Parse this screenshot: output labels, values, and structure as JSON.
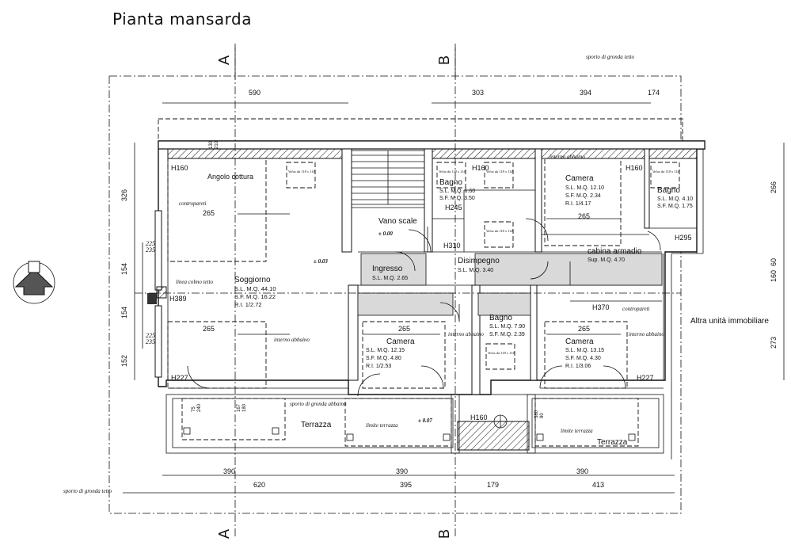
{
  "title": "Pianta mansarda",
  "sections": {
    "a": "A",
    "b": "B"
  },
  "notes": {
    "sporto_top": "sporto di gronda tetto",
    "sporto_bottom": "sporto di gronda tetto",
    "sporto_abbaino": "sporto di gronda abbaino",
    "colmo": "linea colmo tetto",
    "contropareti_left": "contropareti",
    "contropareti_right": "contropareti",
    "altra_unita": "Altra unità immobiliare",
    "limite_1": "limite terrazza",
    "limite_2": "limite terrazza",
    "interno_abbaino_1": "interno abbaino",
    "interno_abbaino_2": "interno abbaino",
    "interno_abbaino_3": "interno abbaino",
    "interno_abbaino_4": "interno abbaino",
    "velux_1": "Velux da 118 x 114",
    "velux_2": "Velux da 118 x 114",
    "velux_3": "Velux da 118 x 114",
    "velux_4": "Velux da 118 x 114",
    "velux_5": "Velux da 118 x 114",
    "velux_6": "Velux da 118 x 114",
    "velux_7": "Velux da 118 x 114"
  },
  "dims_top": [
    "590",
    "303",
    "394",
    "174"
  ],
  "dims_bottom_1": [
    "390",
    "390",
    "390"
  ],
  "dims_bottom_2": [
    "620",
    "395",
    "179",
    "413"
  ],
  "dims_left": [
    "326",
    "154",
    "154",
    "152"
  ],
  "dims_right": [
    "266",
    "60",
    "160",
    "273"
  ],
  "window_dims": [
    "225",
    "235",
    "225",
    "235"
  ],
  "dims_inner": [
    "265",
    "265",
    "265",
    "265",
    "265"
  ],
  "heights": {
    "h160_a": "H160",
    "h160_b": "H160",
    "h160_c": "H160",
    "h160_d": "H160",
    "h245": "H245",
    "h310": "H310",
    "h295": "H295",
    "h370": "H370",
    "h389": "H389",
    "h227_a": "H227",
    "h227_b": "H227"
  },
  "levels": {
    "scale": "± 0.00",
    "soggiorno": "± 0.03",
    "terrazza": "± 0.07"
  },
  "rooms": {
    "angolo": {
      "name": "Angolo cottura"
    },
    "soggiorno": {
      "name": "Soggiorno",
      "slmq": "S.L. M.Q. 44.10",
      "sfmq": "S.F. M.Q. 16.22",
      "ri": "R.I. 1/2.72"
    },
    "scale": {
      "name": "Vano scale"
    },
    "bagno1": {
      "name": "Bagno",
      "slmq": "S.L. M.Q. 6.60",
      "sfmq": "S.F. M.Q. 3.50"
    },
    "camera1": {
      "name": "Camera",
      "slmq": "S.L. M.Q. 12.10",
      "sfmq": "S.F. M.Q. 2.34",
      "ri": "R.I. 1/4.17"
    },
    "bagno2": {
      "name": "Bagno",
      "slmq": "S.L. M.Q. 4.10",
      "sfmq": "S.F. M.Q. 1.75"
    },
    "ingresso": {
      "name": "Ingresso",
      "slmq": "S.L. M.Q. 2.65"
    },
    "disimpegno": {
      "name": "Disimpegno",
      "slmq": "S.L. M.Q. 3.40"
    },
    "cabina": {
      "name": "cabina armadio",
      "sup": "Sup. M.Q. 4.70"
    },
    "camera2": {
      "name": "Camera",
      "slmq": "S.L. M.Q. 12.15",
      "sfmq": "S.F. M.Q. 4.80",
      "ri": "R.I. 1/2.53"
    },
    "bagno3": {
      "name": "Bagno",
      "slmq": "S.L. M.Q. 7.90",
      "sfmq": "S.F. M.Q. 2.39"
    },
    "camera3": {
      "name": "Camera",
      "slmq": "S.L. M.Q. 13.15",
      "sfmq": "S.F. M.Q. 4.30",
      "ri": "R.I. 1/3.06"
    },
    "terrazza1": {
      "name": "Terrazza"
    },
    "terrazza2": {
      "name": "Terrazza"
    }
  },
  "small": {
    "s75": "75",
    "s240": "240",
    "s167": "167",
    "s180": "180",
    "s130": "130",
    "s210": "210",
    "s380": "380",
    "s80": "80"
  }
}
